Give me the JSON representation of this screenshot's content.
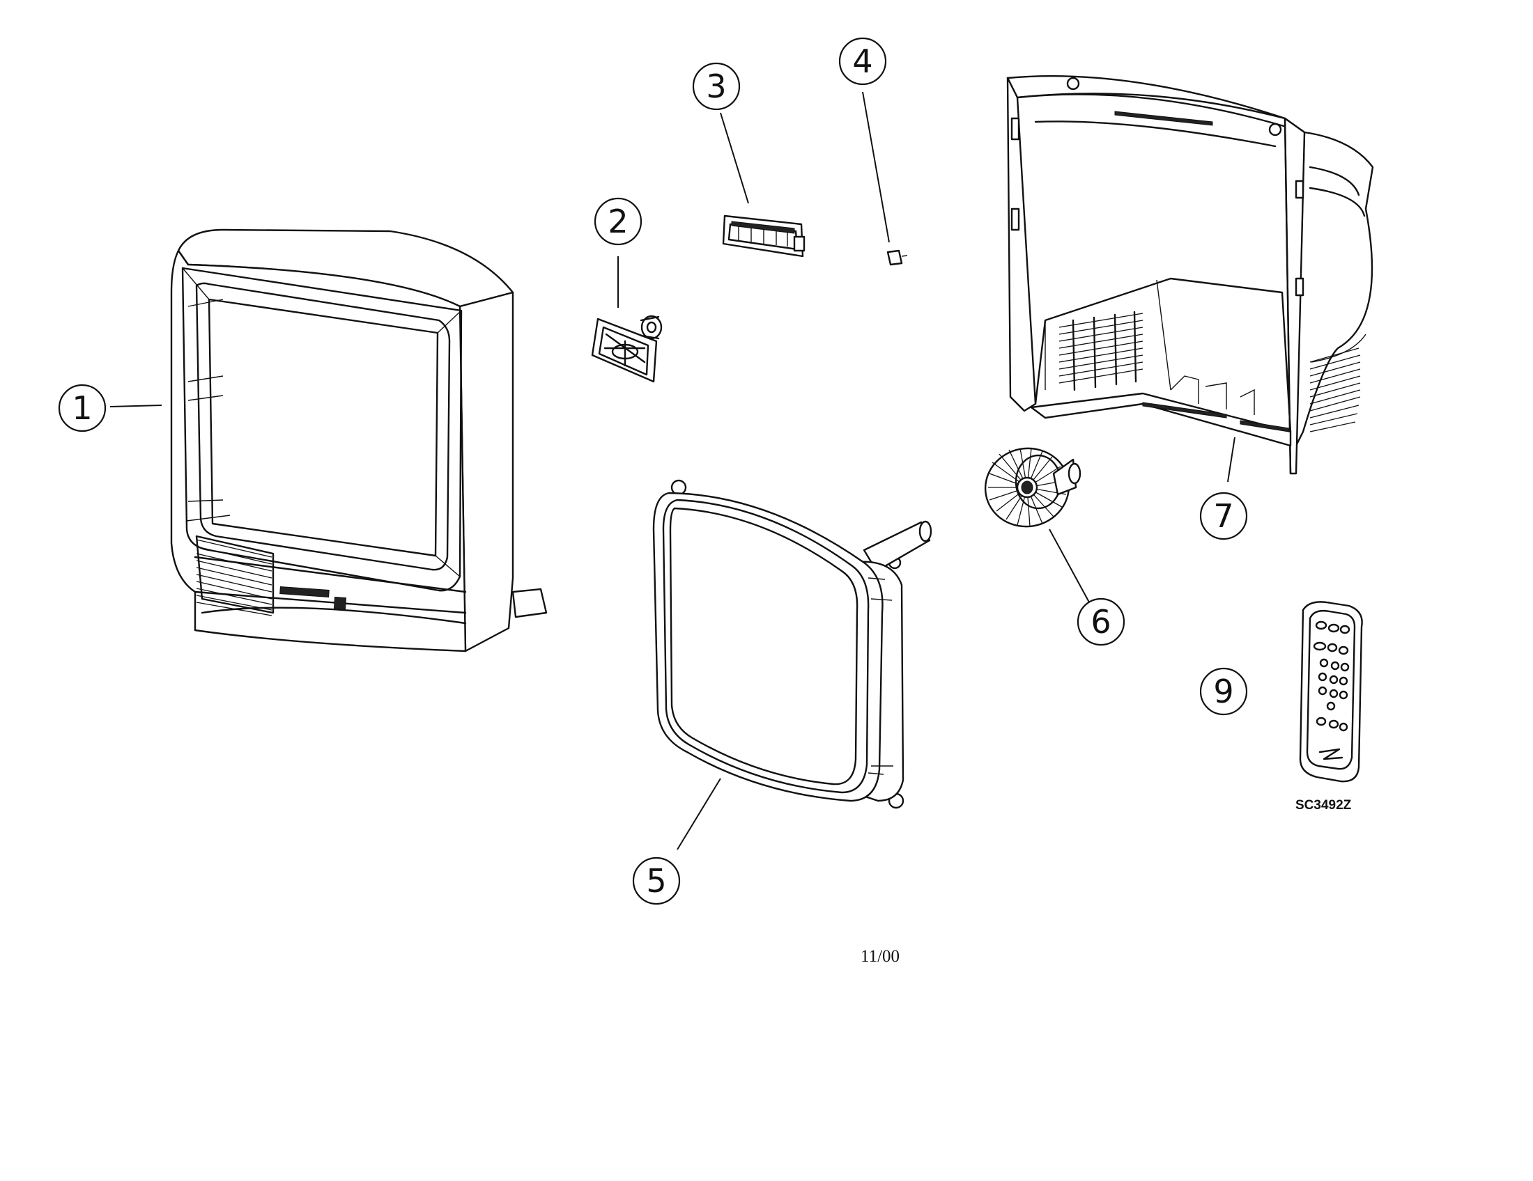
{
  "callouts": [
    {
      "id": "1",
      "part": "front-cabinet"
    },
    {
      "id": "2",
      "part": "speaker-small"
    },
    {
      "id": "3",
      "part": "control-bracket"
    },
    {
      "id": "4",
      "part": "knob"
    },
    {
      "id": "5",
      "part": "picture-tube"
    },
    {
      "id": "6",
      "part": "speaker-large"
    },
    {
      "id": "7",
      "part": "back-cabinet"
    },
    {
      "id": "9",
      "part": "remote-control"
    }
  ],
  "remote_model": "SC3492Z",
  "revision_date": "11/00"
}
